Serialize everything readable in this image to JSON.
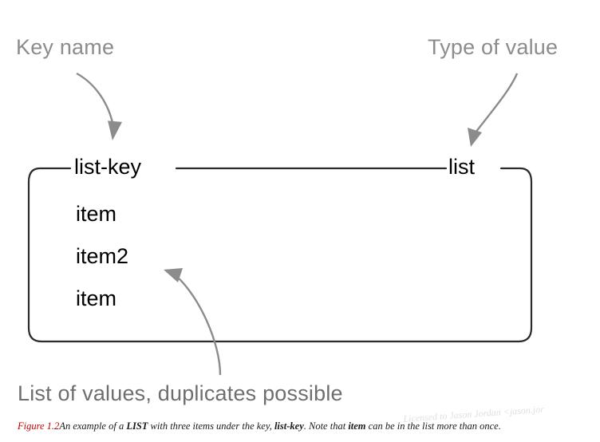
{
  "diagram": {
    "annotations": {
      "key_name": "Key name",
      "type_of_value": "Type of value",
      "list_of_values": "List of values, duplicates possible"
    },
    "box": {
      "key_label": "list-key",
      "type_label": "list",
      "items": [
        "item",
        "item2",
        "item"
      ]
    }
  },
  "caption": {
    "figure_number": "Figure 1.2",
    "text_part1": "An example of a ",
    "list_word": "LIST",
    "text_part2": " with three items under the key, ",
    "key_word": "list-key",
    "text_part3": ". Note that ",
    "item_word": "item",
    "text_part4": " can be in the list more than once."
  },
  "watermark": {
    "text": "Licensed to Jason Jordan <jason.jor"
  },
  "colors": {
    "annotation_gray": "#8c8c8c",
    "arrow_gray": "#8c8c8c",
    "figure_red": "#c00000",
    "box_stroke": "#2b2b2b"
  }
}
